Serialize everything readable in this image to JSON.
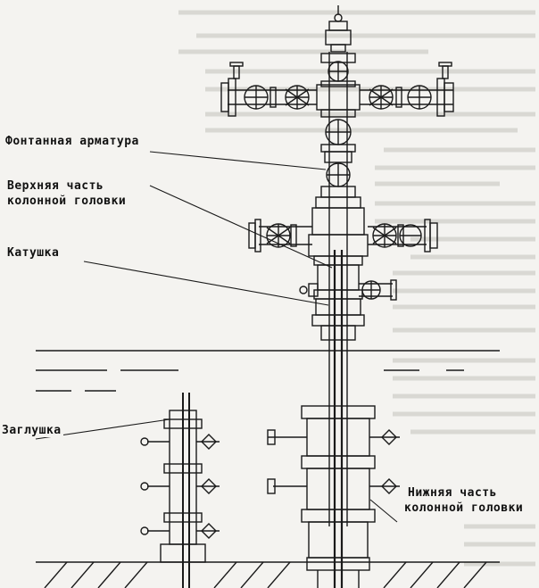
{
  "labels": {
    "christmas_tree": "Фонтанная арматура",
    "upper_head_line1": "Верхняя   часть",
    "upper_head_line2": "колонной головки",
    "spool": "Катушка",
    "plug": "Заглушка",
    "lower_head_line1": "Нижняя часть",
    "lower_head_line2": "колонной головки"
  },
  "colors": {
    "ink": "#1a1a1a",
    "paper": "#f4f3f0",
    "bleed": "#b9b7b2"
  }
}
